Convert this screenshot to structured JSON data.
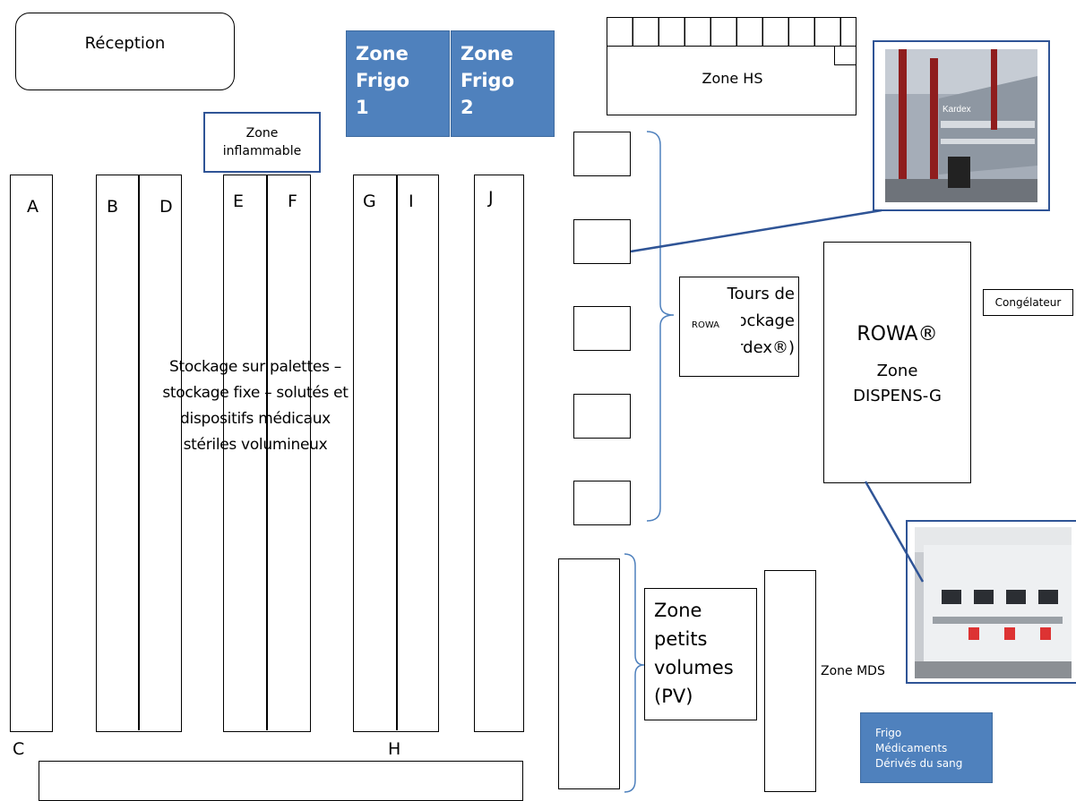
{
  "reception": "Réception",
  "frigo1": "Zone\nFrigo\n1",
  "frigo2": "Zone\nFrigo\n2",
  "zone_hs": "Zone HS",
  "zone_inflammable": "Zone\ninflammable",
  "rack_letters": [
    "A",
    "B",
    "D",
    "E",
    "F",
    "G",
    "I",
    "J",
    "C",
    "H"
  ],
  "palettes_text": "Stockage sur palettes –\nstockage fixe – solutés et\ndispositifs médicaux\nstériles volumineux",
  "tours_text": "Tours de\nstockage\n(Kardex®)",
  "rowa_small": "ROWA",
  "congelateur": "Congélateur",
  "rowa_title": "ROWA®",
  "rowa_zone": "Zone\nDISPENS-G",
  "pv_text": "Zone\npetits\nvolumes\n(PV)",
  "zone_mds": "Zone MDS",
  "frigo_sang": "Frigo\nMédicaments\nDérivés du sang",
  "photo_brand": "Kardex",
  "colors": {
    "blue_fill": "#4f81bd",
    "bracket": "#4f81bd",
    "connector": "#2f5496"
  }
}
